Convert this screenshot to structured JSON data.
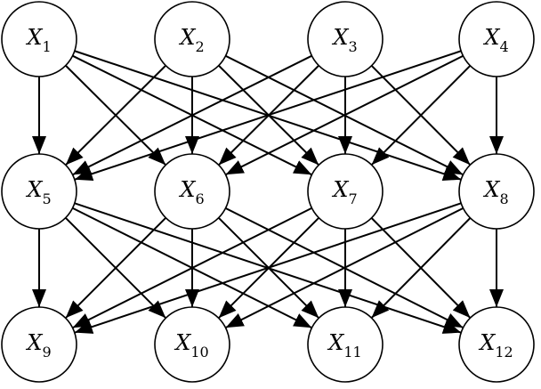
{
  "diagram": {
    "type": "directed-graph",
    "node_prefix": "X",
    "layers": [
      [
        "1",
        "2",
        "3",
        "4"
      ],
      [
        "5",
        "6",
        "7",
        "8"
      ],
      [
        "9",
        "10",
        "11",
        "12"
      ]
    ],
    "edges": [
      [
        "1",
        "5"
      ],
      [
        "1",
        "6"
      ],
      [
        "1",
        "7"
      ],
      [
        "1",
        "8"
      ],
      [
        "2",
        "5"
      ],
      [
        "2",
        "6"
      ],
      [
        "2",
        "7"
      ],
      [
        "2",
        "8"
      ],
      [
        "3",
        "5"
      ],
      [
        "3",
        "6"
      ],
      [
        "3",
        "7"
      ],
      [
        "3",
        "8"
      ],
      [
        "4",
        "5"
      ],
      [
        "4",
        "6"
      ],
      [
        "4",
        "7"
      ],
      [
        "4",
        "8"
      ],
      [
        "5",
        "9"
      ],
      [
        "5",
        "10"
      ],
      [
        "5",
        "11"
      ],
      [
        "5",
        "12"
      ],
      [
        "6",
        "9"
      ],
      [
        "6",
        "10"
      ],
      [
        "6",
        "11"
      ],
      [
        "6",
        "12"
      ],
      [
        "7",
        "9"
      ],
      [
        "7",
        "10"
      ],
      [
        "7",
        "11"
      ],
      [
        "7",
        "12"
      ],
      [
        "8",
        "9"
      ],
      [
        "8",
        "10"
      ],
      [
        "8",
        "11"
      ],
      [
        "8",
        "12"
      ]
    ],
    "colors": {
      "stroke": "#000000",
      "fill": "#ffffff"
    }
  }
}
